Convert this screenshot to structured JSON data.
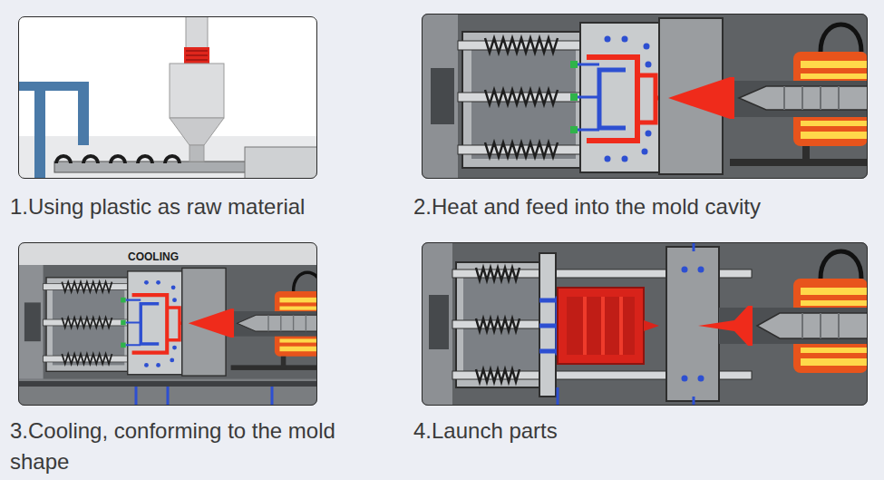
{
  "diagram": {
    "nodes": [
      {
        "text": [
          "1.Using plastic as raw material"
        ]
      },
      {
        "text": [
          "2.Heat and feed into the mold cavity"
        ]
      },
      {
        "text": [
          "3.Cooling, conforming to the mold shape"
        ]
      },
      {
        "text": [
          "4.Launch parts"
        ]
      }
    ],
    "labels": [
      "COOLING"
    ]
  }
}
